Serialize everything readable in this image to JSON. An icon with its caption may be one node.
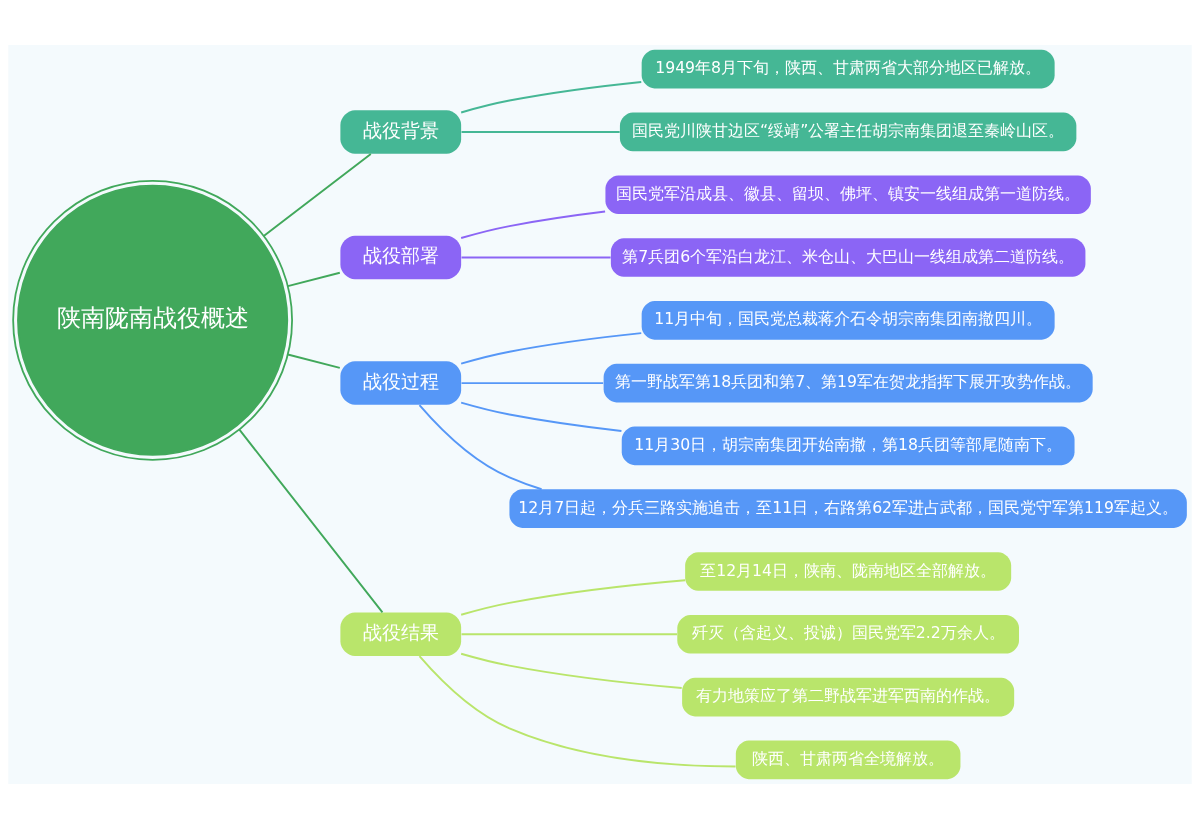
{
  "diagram": {
    "nodes": [
      {
        "text": [
          "陕南陇南战役概述"
        ]
      },
      {
        "text": [
          "战役背景"
        ]
      },
      {
        "text": [
          "1949年8月下旬，陕西、甘肃两省大部分地区已解放。"
        ]
      },
      {
        "text": [
          "国民党川陕甘边区“绥靖”公署主任胡宗南集团退至秦岭山区。"
        ]
      },
      {
        "text": [
          "战役部署"
        ]
      },
      {
        "text": [
          "国民党军沿成县、徽县、留坝、佛坪、镇安一线组成第一道防线。"
        ]
      },
      {
        "text": [
          "第7兵团6个军沿白龙江、米仓山、大巴山一线组成第二道防线。"
        ]
      },
      {
        "text": [
          "战役过程"
        ]
      },
      {
        "text": [
          "11月中旬，国民党总裁蒋介石令胡宗南集团南撤四川。"
        ]
      },
      {
        "text": [
          "第一野战军第18兵团和第7、第19军在贺龙指挥下展开攻势作战。"
        ]
      },
      {
        "text": [
          "11月30日，胡宗南集团开始南撤，第18兵团等部尾随南下。"
        ]
      },
      {
        "text": [
          "12月7日起，分兵三路实施追击，至11日，右路第62军进占武都，国民党守军第119军起义。"
        ]
      },
      {
        "text": [
          "战役结果"
        ]
      },
      {
        "text": [
          "至12月14日，陕南、陇南地区全部解放。"
        ]
      },
      {
        "text": [
          "歼灭（含起义、投诚）国民党军2.2万余人。"
        ]
      },
      {
        "text": [
          "有力地策应了第二野战军进军西南的作战。"
        ]
      },
      {
        "text": [
          "陕西、甘肃两省全境解放。"
        ]
      }
    ],
    "edges": [
      {
        "from": 0,
        "to": 1,
        "arrow": "none",
        "color": "#41a85b"
      },
      {
        "from": 1,
        "to": 2,
        "arrow": "none",
        "color": "#45b795"
      },
      {
        "from": 1,
        "to": 3,
        "arrow": "none",
        "color": "#45b795"
      },
      {
        "from": 0,
        "to": 4,
        "arrow": "none",
        "color": "#41a85b"
      },
      {
        "from": 4,
        "to": 5,
        "arrow": "none",
        "color": "#8b65f5"
      },
      {
        "from": 4,
        "to": 6,
        "arrow": "none",
        "color": "#8b65f5"
      },
      {
        "from": 0,
        "to": 7,
        "arrow": "none",
        "color": "#41a85b"
      },
      {
        "from": 7,
        "to": 8,
        "arrow": "none",
        "color": "#5697f7"
      },
      {
        "from": 7,
        "to": 9,
        "arrow": "none",
        "color": "#5697f7"
      },
      {
        "from": 7,
        "to": 10,
        "arrow": "none",
        "color": "#5697f7"
      },
      {
        "from": 7,
        "to": 11,
        "arrow": "none",
        "color": "#5697f7"
      },
      {
        "from": 0,
        "to": 12,
        "arrow": "none",
        "color": "#41a85b"
      },
      {
        "from": 12,
        "to": 13,
        "arrow": "none",
        "color": "#b9e56b"
      },
      {
        "from": 12,
        "to": 14,
        "arrow": "none",
        "color": "#b9e56b"
      },
      {
        "from": 12,
        "to": 15,
        "arrow": "none",
        "color": "#b9e56b"
      },
      {
        "from": 12,
        "to": 16,
        "arrow": "none",
        "color": "#b9e56b"
      }
    ]
  }
}
